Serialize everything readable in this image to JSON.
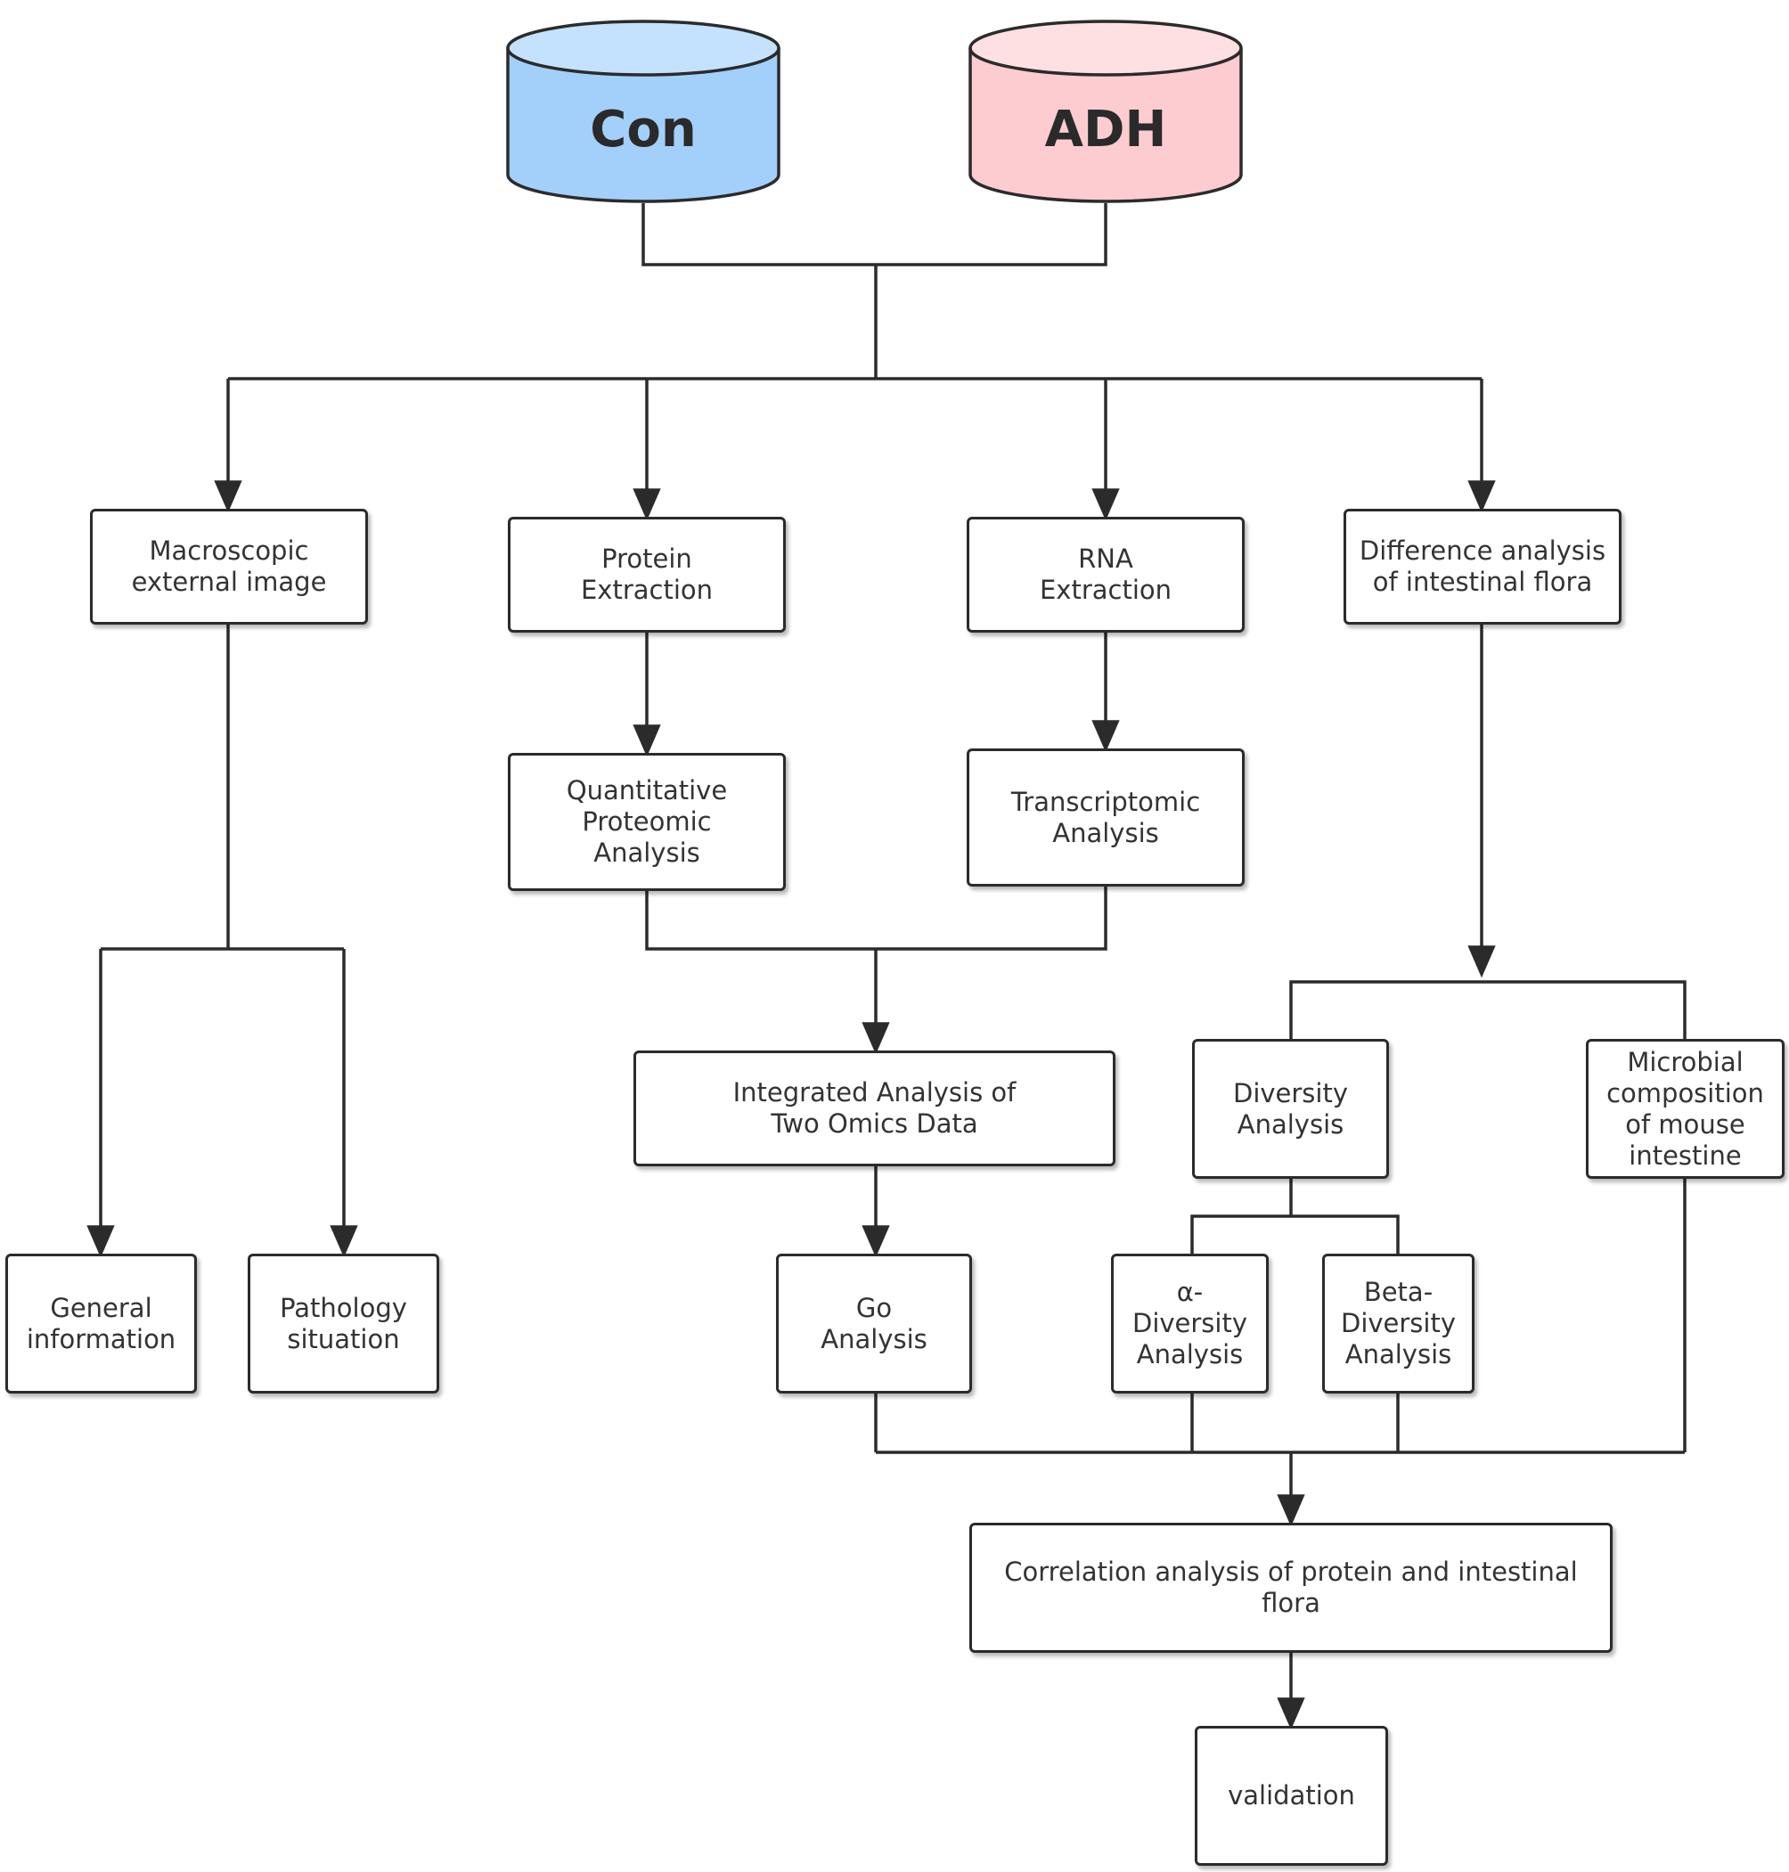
{
  "groups": {
    "con": {
      "label": "Con",
      "fill": "#a3cffb",
      "top_fill": "#c4e1fd"
    },
    "adh": {
      "label": "ADH",
      "fill": "#fdccd0",
      "top_fill": "#ffe0e2"
    }
  },
  "nodes": {
    "macroscopic": "Macroscopic\nexternal image",
    "protein_extraction": "Protein\nExtraction",
    "rna_extraction": "RNA\nExtraction",
    "difference_flora": "Difference analysis\nof intestinal flora",
    "quant_proteomic": "Quantitative\nProteomic\nAnalysis",
    "transcriptomic": "Transcriptomic\nAnalysis",
    "general_info": "General\ninformation",
    "pathology": "Pathology\nsituation",
    "integrated": "Integrated Analysis of\nTwo Omics Data",
    "go_analysis": "Go\nAnalysis",
    "diversity": "Diversity\nAnalysis",
    "microbial": "Microbial\ncomposition\nof mouse\nintestine",
    "alpha_diversity": "α-\nDiversity\nAnalysis",
    "beta_diversity": "Beta-\nDiversity\nAnalysis",
    "correlation": "Correlation analysis of protein and intestinal flora",
    "validation": "validation"
  },
  "colors": {
    "line": "#2b2b2b",
    "border": "#2b2b2b",
    "text": "#333333"
  }
}
